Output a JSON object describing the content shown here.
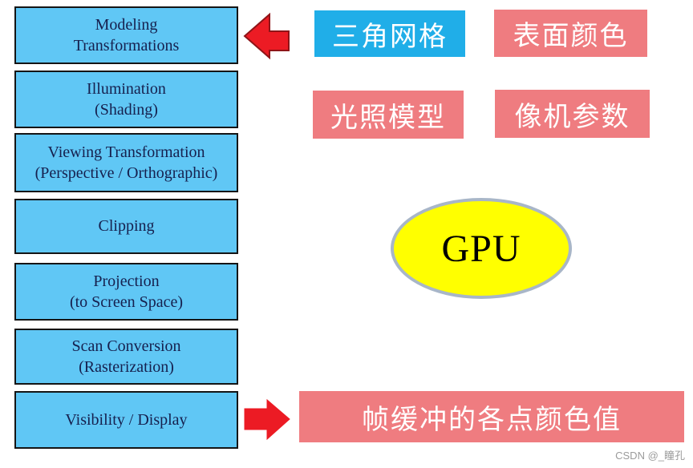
{
  "colors": {
    "background": "#FFFFFF",
    "stage_fill": "#60C7F5",
    "stage_border": "#151515",
    "stage_text": "#16204E",
    "azure_fill": "#20AEE8",
    "pink_fill": "#EF7C80",
    "white_text": "#FFFFFF",
    "arrow_fill": "#EC1B24",
    "arrow_outline": "#8F1418",
    "gpu_fill": "#FFFF00",
    "gpu_border": "#A8B6C8",
    "gpu_text": "#000000",
    "watermark_text_color": "#9B9B9B"
  },
  "pipeline": {
    "stages": [
      {
        "label": "Modeling\nTransformations"
      },
      {
        "label": "Illumination\n(Shading)"
      },
      {
        "label": "Viewing Transformation\n(Perspective / Orthographic)"
      },
      {
        "label": "Clipping"
      },
      {
        "label": "Projection\n(to Screen Space)"
      },
      {
        "label": "Scan Conversion\n(Rasterization)"
      },
      {
        "label": "Visibility / Display"
      }
    ]
  },
  "annotations": {
    "mesh": "三角网格",
    "surface_color": "表面颜色",
    "lighting_model": "光照模型",
    "camera_params": "像机参数",
    "framebuffer": "帧缓冲的各点颜色值"
  },
  "gpu": {
    "label": "GPU"
  },
  "watermark": {
    "text": "CSDN @_瞳孔"
  }
}
